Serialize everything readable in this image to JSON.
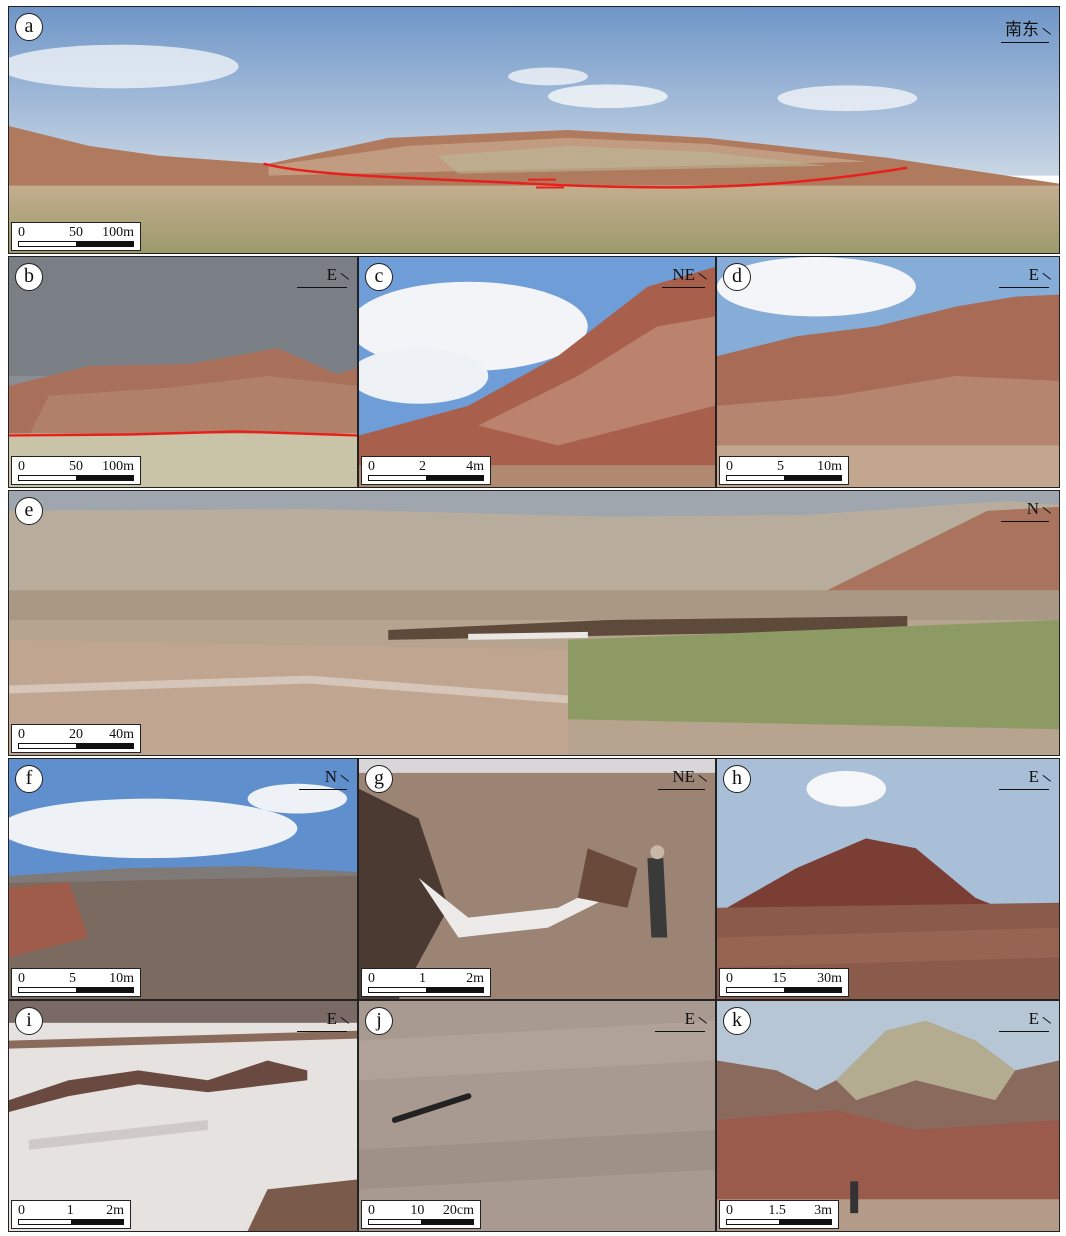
{
  "panels": {
    "a": {
      "label": "a",
      "direction": "南东",
      "scale": [
        "0",
        "50",
        "100m"
      ]
    },
    "b": {
      "label": "b",
      "direction": "E",
      "scale": [
        "0",
        "50",
        "100m"
      ]
    },
    "c": {
      "label": "c",
      "direction": "NE",
      "scale": [
        "0",
        "2",
        "4m"
      ]
    },
    "d": {
      "label": "d",
      "direction": "E",
      "scale": [
        "0",
        "5",
        "10m"
      ]
    },
    "e": {
      "label": "e",
      "direction": "N",
      "scale": [
        "0",
        "20",
        "40m"
      ]
    },
    "f": {
      "label": "f",
      "direction": "N",
      "scale": [
        "0",
        "5",
        "10m"
      ]
    },
    "g": {
      "label": "g",
      "direction": "NE",
      "scale": [
        "0",
        "1",
        "2m"
      ]
    },
    "h": {
      "label": "h",
      "direction": "E",
      "scale": [
        "0",
        "15",
        "30m"
      ]
    },
    "i": {
      "label": "i",
      "direction": "E",
      "scale": [
        "0",
        "1",
        "2m"
      ]
    },
    "j": {
      "label": "j",
      "direction": "E",
      "scale": [
        "0",
        "10",
        "20cm"
      ]
    },
    "k": {
      "label": "k",
      "direction": "E",
      "scale": [
        "0",
        "1.5",
        "3m"
      ]
    }
  },
  "colors": {
    "sky": "#8fb0d6",
    "redbed": "#a86a52",
    "ground": "#b8a48a",
    "vegetation": "#8a9a62",
    "salt": "#e6e4e0",
    "fault_line": "#e8201c"
  }
}
